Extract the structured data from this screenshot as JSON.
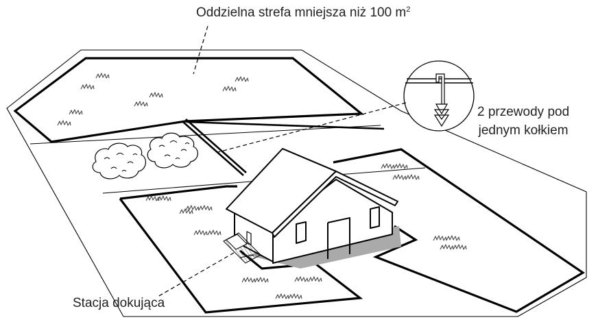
{
  "labels": {
    "separate_zone": "Oddzielna strefa mniejsza niż 100 m",
    "separate_zone_sup": "2",
    "two_wires_line1": "2 przewody pod",
    "two_wires_line2": "jednym kołkiem",
    "docking_station": "Stacja dokująca"
  },
  "colors": {
    "line": "#000000",
    "grass_line": "#444444",
    "text": "#222222",
    "fill": "#ffffff"
  }
}
